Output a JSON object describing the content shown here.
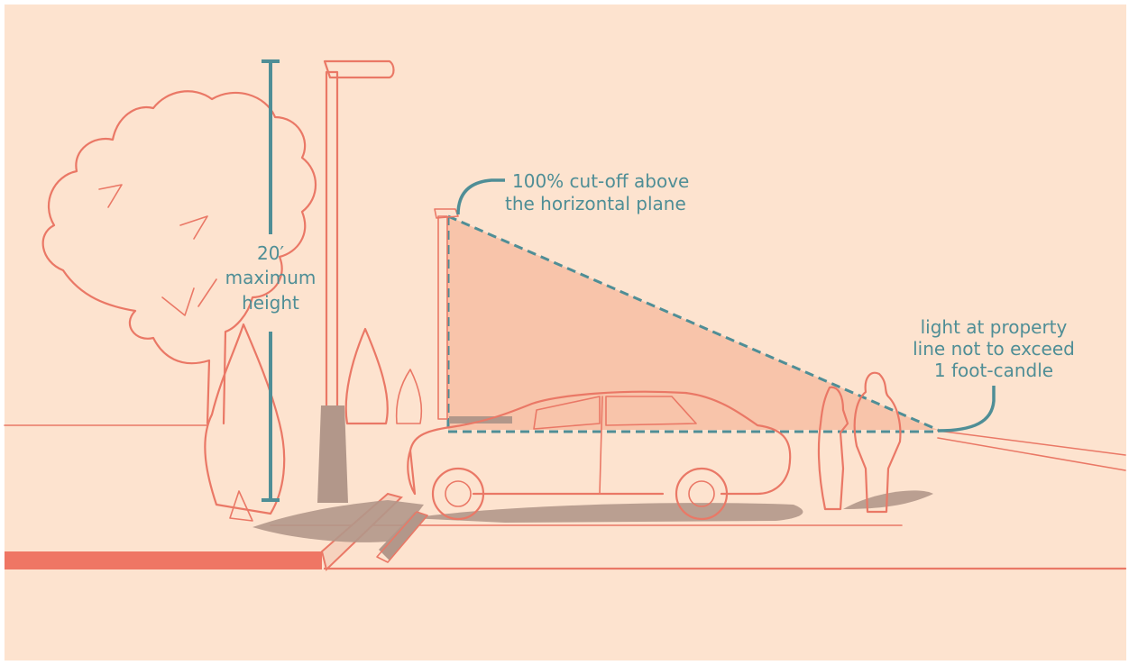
{
  "colors": {
    "background": "#fde3cf",
    "outline": "#ea7866",
    "accent_teal": "#4f8e96",
    "shadow": "#b2978a",
    "light_cone": "#f8c4aa",
    "curb_red": "#ef7664"
  },
  "annotations": {
    "height_value": "20′",
    "height_line1": "maximum",
    "height_line2": "height",
    "cutoff_line1": "100% cut-off above",
    "cutoff_line2": "the horizontal plane",
    "property_line1": "light at property",
    "property_line2": "line not to exceed",
    "property_line3": "1 foot-candle"
  }
}
